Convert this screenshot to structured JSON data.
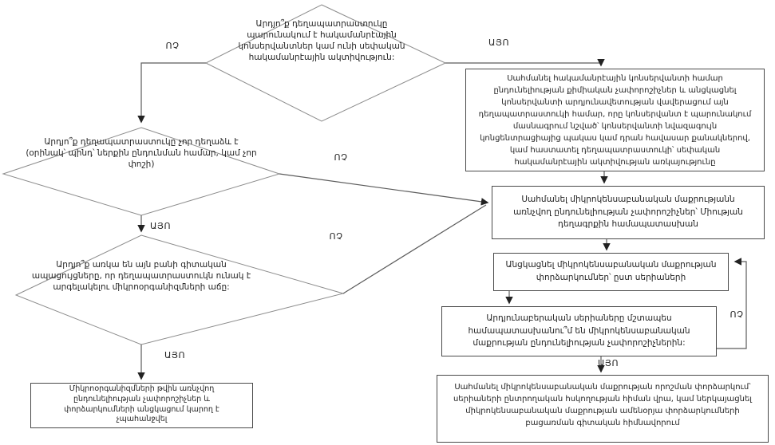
{
  "flowchart": {
    "labels": {
      "yes": "ԱՅՈ",
      "no": "ՈՉ"
    },
    "decisions": [
      {
        "id": "d1",
        "text": "Արդյո՞ք դեղապատրաստուկը պարունակում է հակամանրէային կոնսերվանտներ կամ ունի սեփական հակամանրէային ակտիվություն:"
      },
      {
        "id": "d2",
        "text": "Արդյո՞ք դեղապատրաստուկը չոր դեղաձև է (օրինակ՝ պինդ՝ ներքին ընդունման համար, կամ չոր փոշի)"
      },
      {
        "id": "d3",
        "text": "Արդյո՞ք առկա են այն բանի գիտական ապացույցները, որ դեղապատրաստուկն ունակ է արգելակելու միկրոօրգանիզմների աճը:"
      }
    ],
    "processes": [
      {
        "id": "box-a",
        "text": "Սահմանել հակամանրէային կոնսերվանտի համար ընդունելիության քիմիական չափորոշիչներ և անցկացնել կոնսերվանտի արդյունավետության վավերացում այն դեղապատրաստուկի համար, որը կոնսերվանտ է պարունակում մասնագրում նշված՝ կոնսերվանտի նվազագույն կոնցենտրացիայից պակաս կամ դրան հավասար քանակներով, կամ հաստատել դեղապատրաստուկի՝ սեփական հակամանրէային ակտիվության առկայությունը"
      },
      {
        "id": "box-b",
        "text": "Սահմանել միկրոկենսաբանական մաքրությանն առնչվող ընդունելիության չափորոշիչներ՝ Միության դեղագրքին համապատասխան"
      },
      {
        "id": "box-c",
        "text": "Անցկացնել միկրոկենսաբանական մաքրության փորձարկումներ՝ ըստ սերիաների"
      },
      {
        "id": "box-d",
        "text": "Արդյունաբերական սերիաները մշտապես համապատասխանու՞մ են միկրոկենսաբանական մաքրության ընդունելիության չափորոշիչներին:"
      },
      {
        "id": "box-e",
        "text": "Սահմանել միկրոկենսաբանական մաքրության որոշման փորձարկում՝ սերիաների ընտրողական հսկողության հիման վրա, կամ ներկայացնել միկրոկենսաբանական մաքրության ամենօրյա փորձարկումների բացառման գիտական հիմնավորում"
      },
      {
        "id": "box-f",
        "text": "Միկրոօրգանիզմների թվին առնչվող ընդունելիության չափորոշիչներ և փորձարկումների անցկացում կարող է չպահանջվել",
        "struck_text": "––––––––––––– ––––– –– –– –––––––––––––"
      }
    ],
    "colors": {
      "background": "#ffffff",
      "line": "#5c5c5c",
      "diamond_stroke": "#8c8c8c",
      "box_border": "#4a4a4a",
      "text": "#1f1f1f"
    }
  }
}
